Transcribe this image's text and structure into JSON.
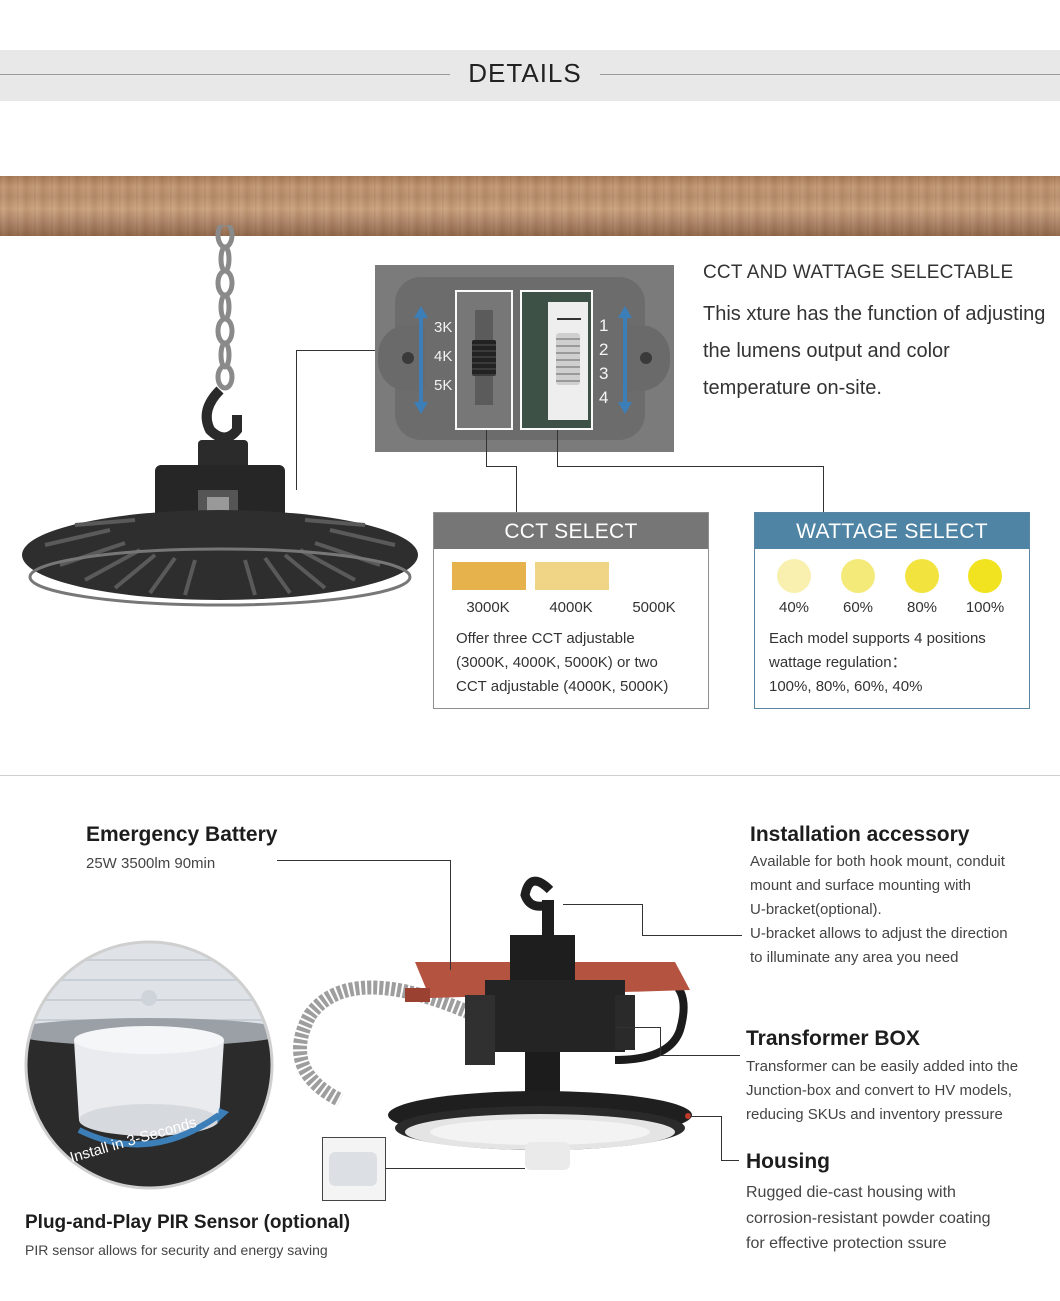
{
  "header": {
    "title": "DETAILS"
  },
  "selector": {
    "heading": "CCT AND WATTAGE SELECTABLE",
    "description": "This xture has the function of adjusting the lumens output and color temperature on-site.",
    "cct_positions": [
      "3K",
      "4K",
      "5K"
    ],
    "wattage_positions": [
      "1",
      "2",
      "3",
      "4"
    ]
  },
  "cct_box": {
    "title": "CCT SELECT",
    "swatches": [
      {
        "label": "3000K",
        "color": "#e5b24c"
      },
      {
        "label": "4000K",
        "color": "#f0d587"
      },
      {
        "label": "5000K",
        "color": "#ffffff"
      }
    ],
    "text_lines": [
      "Offer three CCT adjustable",
      "(3000K, 4000K, 5000K) or two",
      "CCT adjustable (4000K, 5000K)"
    ]
  },
  "wattage_box": {
    "title": "WATTAGE SELECT",
    "levels": [
      {
        "label": "40%",
        "color": "#f9f0b0"
      },
      {
        "label": "60%",
        "color": "#f4ea7a"
      },
      {
        "label": "80%",
        "color": "#f2e33f"
      },
      {
        "label": "100%",
        "color": "#f1e31f"
      }
    ],
    "text_lines": [
      "Each model supports 4 positions",
      "wattage regulation：",
      "100%, 80%, 60%, 40%"
    ]
  },
  "features": {
    "battery": {
      "title": "Emergency Battery",
      "text": "25W 3500lm 90min"
    },
    "accessory": {
      "title": "Installation accessory",
      "text_lines": [
        "Available for both hook mount, conduit",
        "mount and surface mounting with",
        "U-bracket(optional).",
        "U-bracket allows to adjust the direction",
        "to illuminate any area you need"
      ]
    },
    "transformer": {
      "title": "Transformer BOX",
      "text_lines": [
        "Transformer can be easily added into the",
        "Junction-box and convert to HV models,",
        "reducing SKUs and inventory pressure"
      ]
    },
    "housing": {
      "title": "Housing",
      "text_lines": [
        "Rugged die-cast housing with",
        "corrosion-resistant powder coating",
        "for effective protection ssure"
      ]
    },
    "sensor": {
      "title": "Plug-and-Play PIR Sensor (optional)",
      "text": "PIR sensor allows for security and energy saving"
    },
    "sensor_badge": "Install in 3-Seconds"
  },
  "colors": {
    "cct_header": "#767676",
    "wattage_header": "#4f84a5",
    "arrow_blue": "#3c7fb8"
  }
}
